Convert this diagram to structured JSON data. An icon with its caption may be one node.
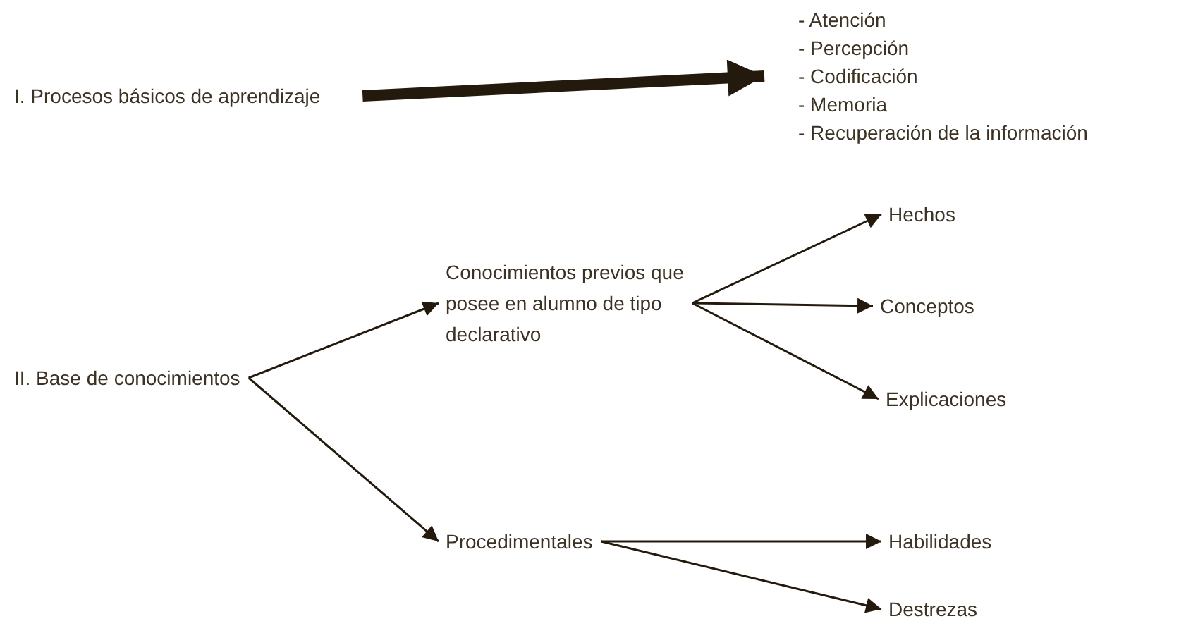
{
  "diagram": {
    "nodes": [
      {
        "text": [
          "I. Procesos básicos de aprendizaje"
        ]
      },
      {
        "text": [
          "- Atención",
          "- Percepción",
          "- Codificación",
          "- Memoria",
          "- Recuperación de la información"
        ]
      },
      {
        "text": [
          "II. Base de conocimientos"
        ]
      },
      {
        "text": [
          "Conocimientos previos que posee en alumno de tipo declarativo"
        ]
      },
      {
        "text": [
          "Procedimentales"
        ]
      },
      {
        "text": [
          "Hechos"
        ]
      },
      {
        "text": [
          "Conceptos"
        ]
      },
      {
        "text": [
          "Explicaciones"
        ]
      },
      {
        "text": [
          "Habilidades"
        ]
      },
      {
        "text": [
          "Destrezas"
        ]
      }
    ],
    "edges": [
      {
        "from": 0,
        "to": 1,
        "arrow": "to",
        "style": "thick"
      },
      {
        "from": 2,
        "to": 3,
        "arrow": "to"
      },
      {
        "from": 2,
        "to": 4,
        "arrow": "to"
      },
      {
        "from": 3,
        "to": 5,
        "arrow": "to"
      },
      {
        "from": 3,
        "to": 6,
        "arrow": "to"
      },
      {
        "from": 3,
        "to": 7,
        "arrow": "to"
      },
      {
        "from": 4,
        "to": 8,
        "arrow": "to"
      },
      {
        "from": 4,
        "to": 9,
        "arrow": "to"
      }
    ]
  }
}
